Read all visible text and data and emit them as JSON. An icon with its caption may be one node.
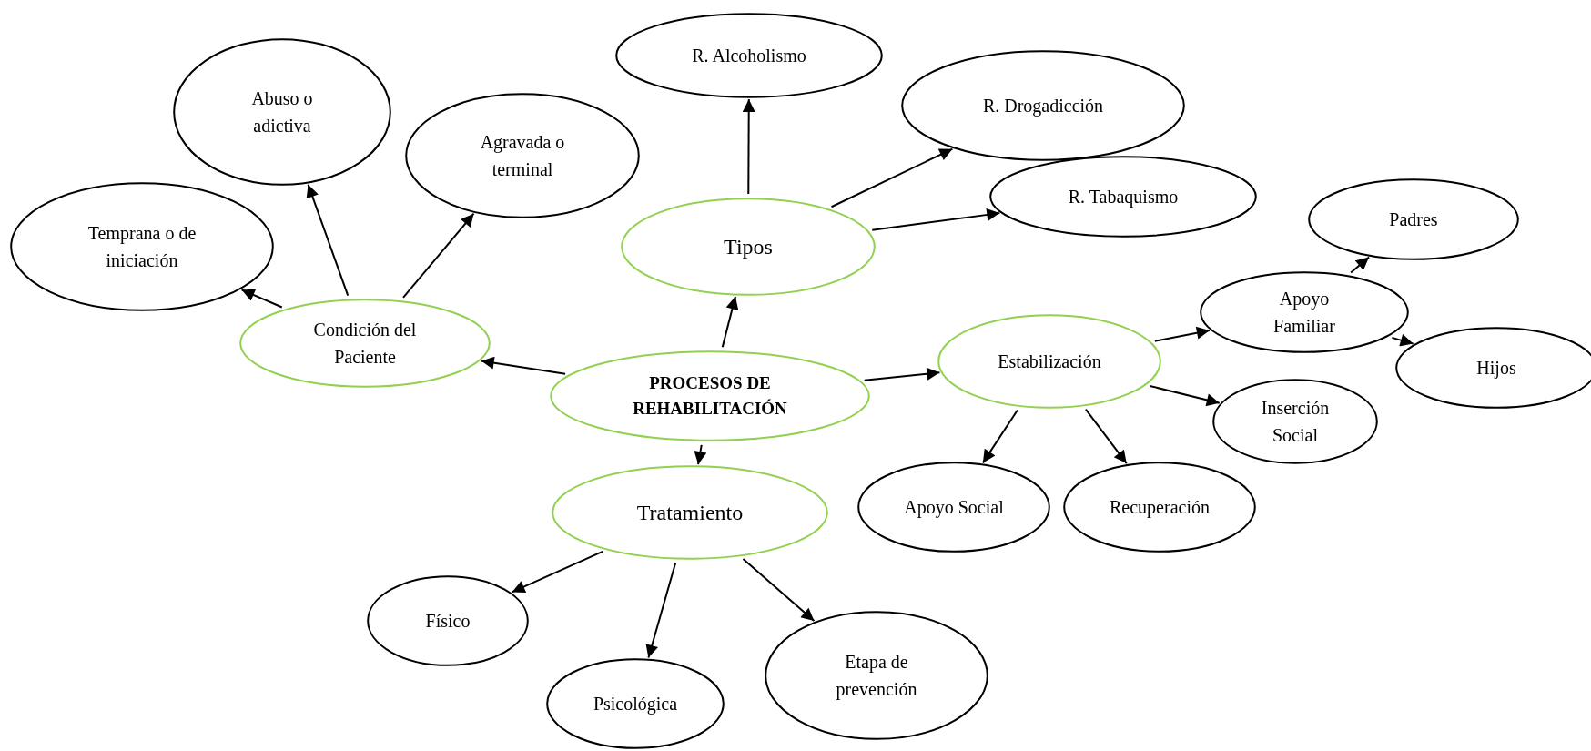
{
  "diagram": {
    "nodes": [
      {
        "text": [
          "PROCESOS DE REHABILITACIÓN"
        ]
      },
      {
        "text": [
          "Condición del Paciente"
        ]
      },
      {
        "text": [
          "Temprana o de iniciación"
        ]
      },
      {
        "text": [
          "Abuso o adictiva"
        ]
      },
      {
        "text": [
          "Agravada o terminal"
        ]
      },
      {
        "text": [
          "Tipos"
        ]
      },
      {
        "text": [
          "R. Alcoholismo"
        ]
      },
      {
        "text": [
          "R. Drogadicción"
        ]
      },
      {
        "text": [
          "R. Tabaquismo"
        ]
      },
      {
        "text": [
          "Estabilización"
        ]
      },
      {
        "text": [
          "Apoyo Familiar"
        ]
      },
      {
        "text": [
          "Padres"
        ]
      },
      {
        "text": [
          "Hijos"
        ]
      },
      {
        "text": [
          "Inserción Social"
        ]
      },
      {
        "text": [
          "Apoyo Social"
        ]
      },
      {
        "text": [
          "Recuperación"
        ]
      },
      {
        "text": [
          "Tratamiento"
        ]
      },
      {
        "text": [
          "Físico"
        ]
      },
      {
        "text": [
          "Psicológica"
        ]
      },
      {
        "text": [
          "Etapa de prevención"
        ]
      }
    ],
    "edges": [
      {
        "from": 0,
        "to": 1,
        "arrow": "to"
      },
      {
        "from": 1,
        "to": 2,
        "arrow": "to"
      },
      {
        "from": 1,
        "to": 3,
        "arrow": "to"
      },
      {
        "from": 1,
        "to": 4,
        "arrow": "to"
      },
      {
        "from": 0,
        "to": 5,
        "arrow": "to"
      },
      {
        "from": 5,
        "to": 6,
        "arrow": "to"
      },
      {
        "from": 5,
        "to": 7,
        "arrow": "to"
      },
      {
        "from": 5,
        "to": 8,
        "arrow": "to"
      },
      {
        "from": 0,
        "to": 9,
        "arrow": "to"
      },
      {
        "from": 9,
        "to": 10,
        "arrow": "to"
      },
      {
        "from": 10,
        "to": 11,
        "arrow": "to"
      },
      {
        "from": 10,
        "to": 12,
        "arrow": "to"
      },
      {
        "from": 9,
        "to": 13,
        "arrow": "to"
      },
      {
        "from": 9,
        "to": 14,
        "arrow": "to"
      },
      {
        "from": 9,
        "to": 15,
        "arrow": "to"
      },
      {
        "from": 0,
        "to": 16,
        "arrow": "to"
      },
      {
        "from": 16,
        "to": 17,
        "arrow": "to"
      },
      {
        "from": 16,
        "to": 18,
        "arrow": "to"
      },
      {
        "from": 16,
        "to": 19,
        "arrow": "to"
      }
    ]
  }
}
